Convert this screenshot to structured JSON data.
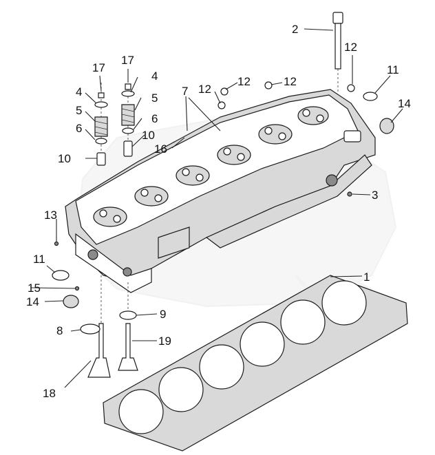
{
  "diagram": {
    "callouts": [
      {
        "id": "c1",
        "text": "1"
      },
      {
        "id": "c2",
        "text": "2"
      },
      {
        "id": "c3",
        "text": "3"
      },
      {
        "id": "c4a",
        "text": "4"
      },
      {
        "id": "c4b",
        "text": "4"
      },
      {
        "id": "c5a",
        "text": "5"
      },
      {
        "id": "c5b",
        "text": "5"
      },
      {
        "id": "c6a",
        "text": "6"
      },
      {
        "id": "c6b",
        "text": "6"
      },
      {
        "id": "c7",
        "text": "7"
      },
      {
        "id": "c8",
        "text": "8"
      },
      {
        "id": "c9",
        "text": "9"
      },
      {
        "id": "c10a",
        "text": "10"
      },
      {
        "id": "c10b",
        "text": "10"
      },
      {
        "id": "c11a",
        "text": "11"
      },
      {
        "id": "c11b",
        "text": "11"
      },
      {
        "id": "c12a",
        "text": "12"
      },
      {
        "id": "c12b",
        "text": "12"
      },
      {
        "id": "c12c",
        "text": "12"
      },
      {
        "id": "c12d",
        "text": "12"
      },
      {
        "id": "c13",
        "text": "13"
      },
      {
        "id": "c14a",
        "text": "14"
      },
      {
        "id": "c14b",
        "text": "14"
      },
      {
        "id": "c15",
        "text": "15"
      },
      {
        "id": "c16",
        "text": "16"
      },
      {
        "id": "c17a",
        "text": "17"
      },
      {
        "id": "c17b",
        "text": "17"
      },
      {
        "id": "c18",
        "text": "18"
      },
      {
        "id": "c19",
        "text": "19"
      }
    ]
  }
}
